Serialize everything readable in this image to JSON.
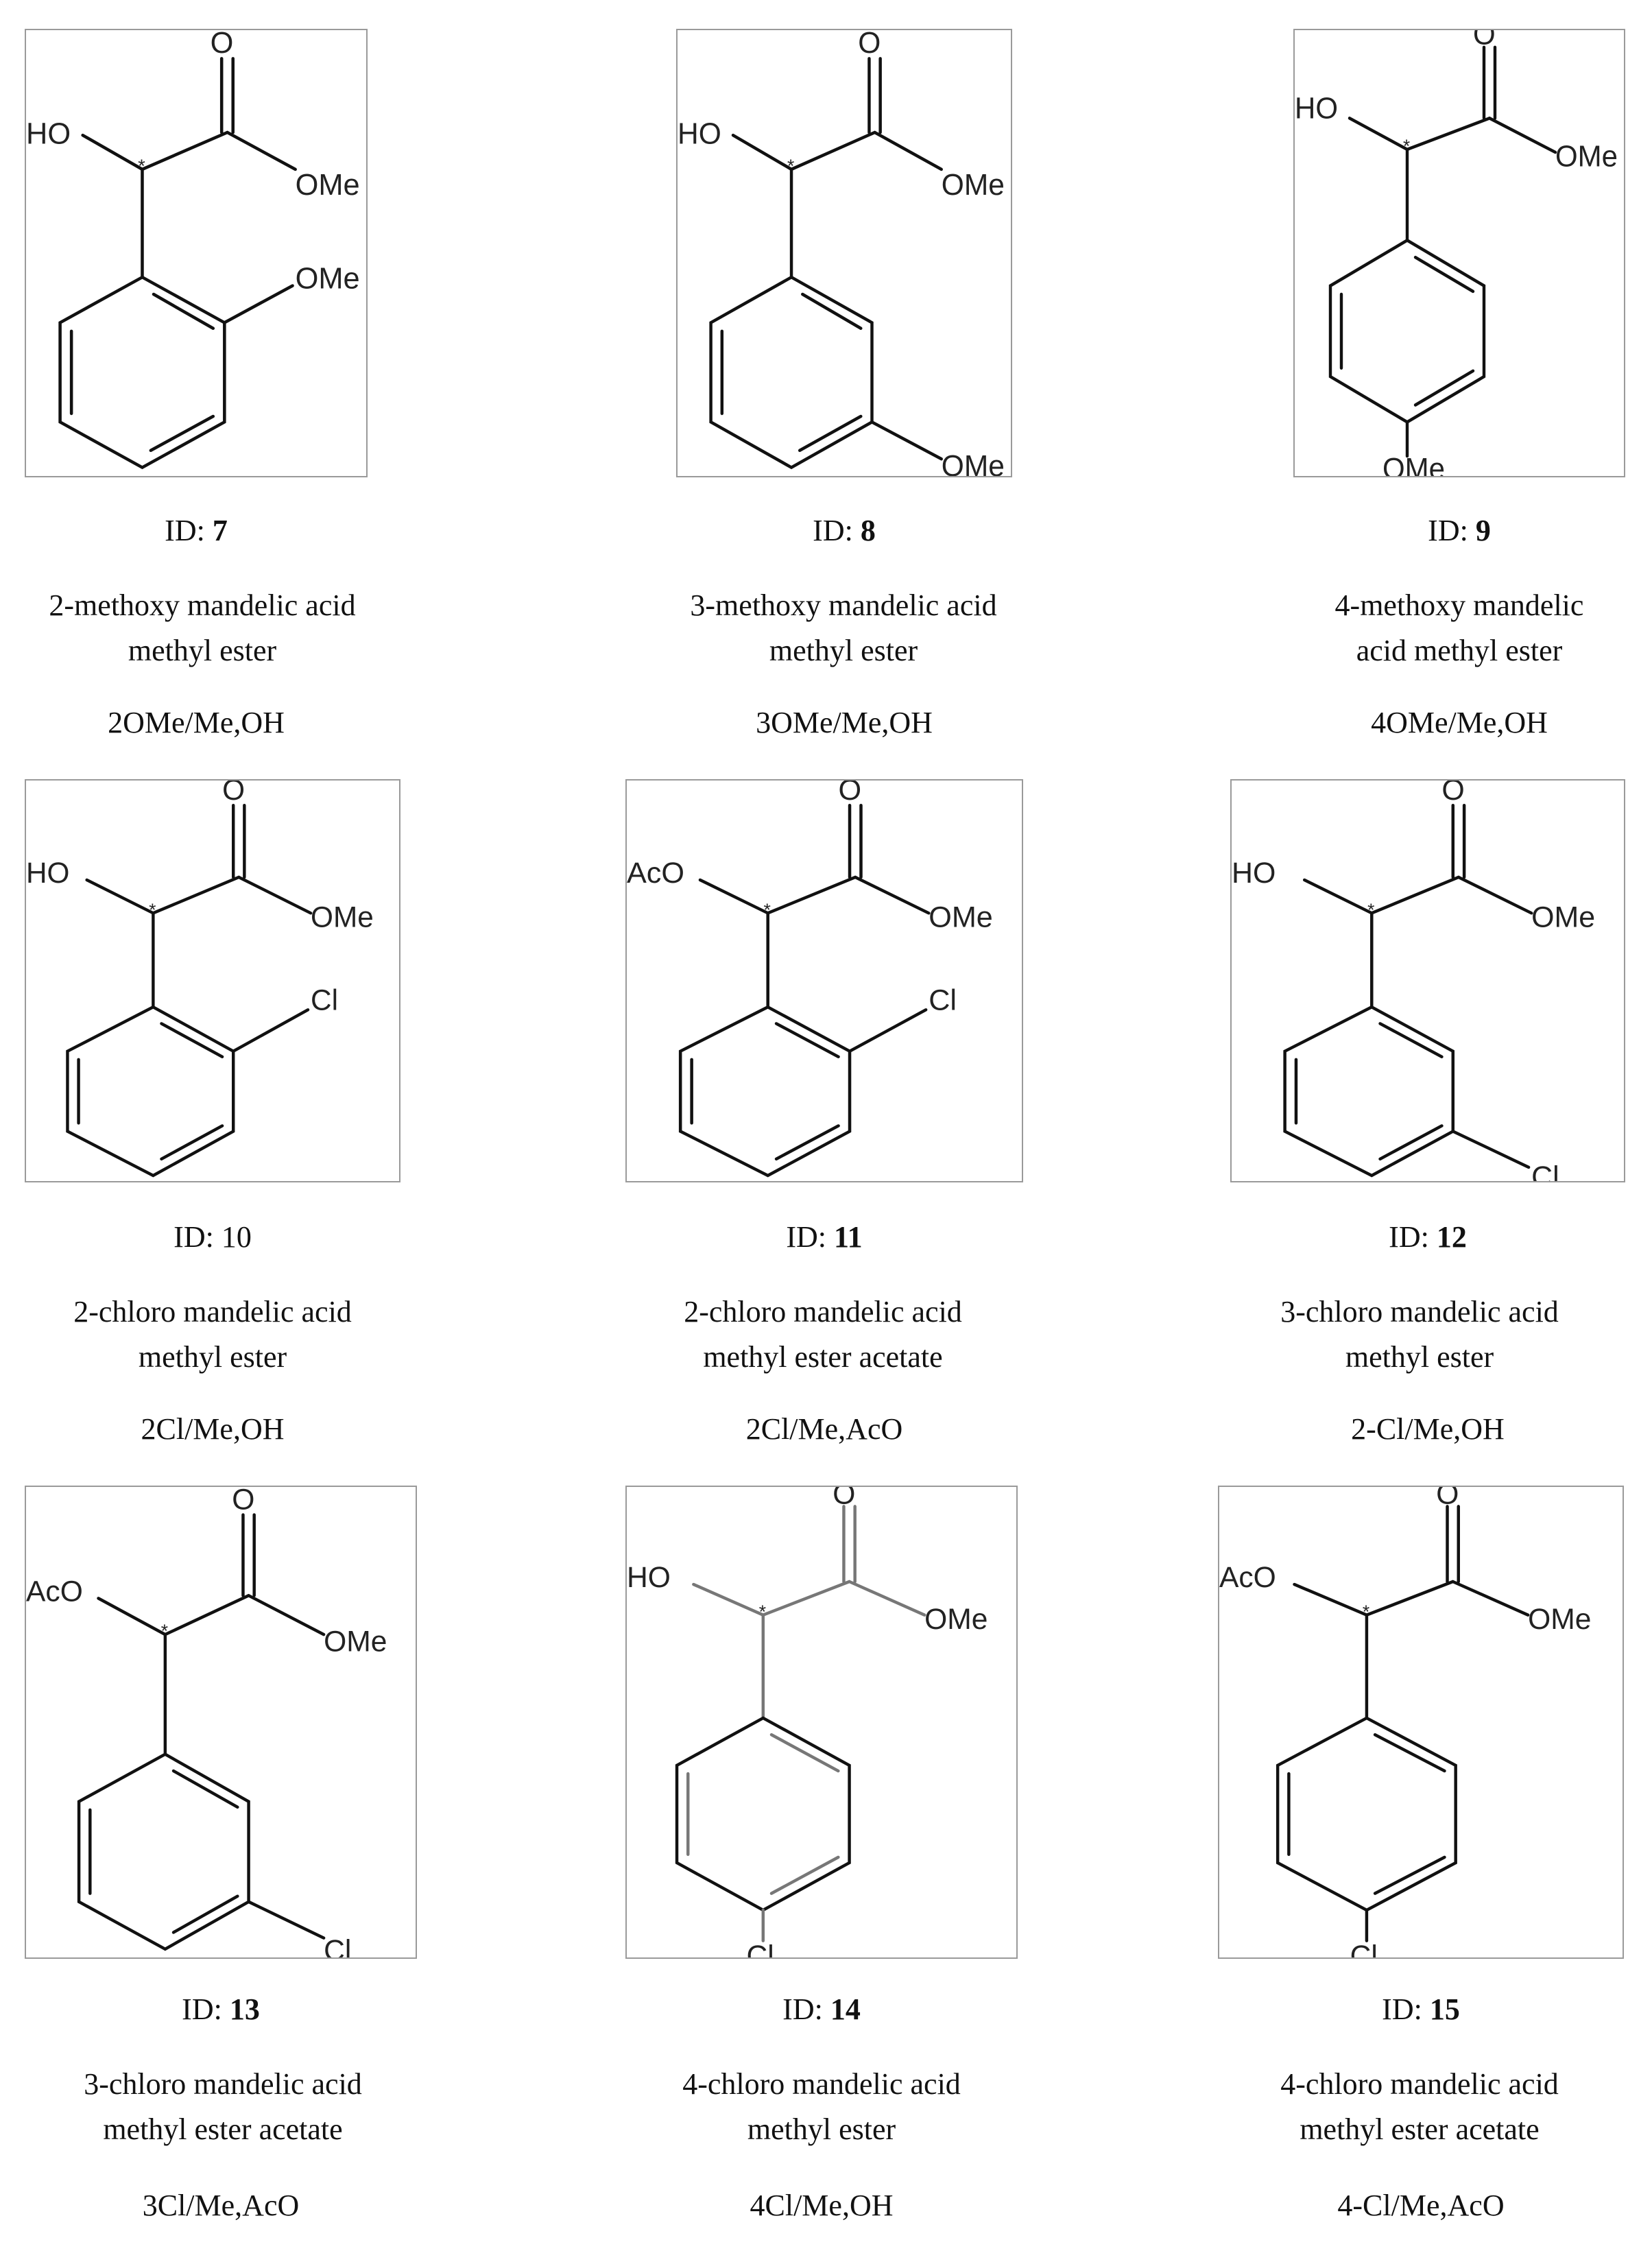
{
  "compounds": [
    {
      "id_prefix": "ID: ",
      "id": "7",
      "name_line1": "2-methoxy mandelic acid",
      "name_line2": "methyl ester",
      "code": "2OMe/Me,OH"
    },
    {
      "id_prefix": "ID: ",
      "id": "8",
      "name_line1": "3-methoxy mandelic acid",
      "name_line2": "methyl ester",
      "code": "3OMe/Me,OH"
    },
    {
      "id_prefix": "ID: ",
      "id": "9",
      "name_line1": "4-methoxy mandelic",
      "name_line2": "acid methyl ester",
      "code": "4OMe/Me,OH"
    },
    {
      "id_prefix": "ID: ",
      "id": "10",
      "name_line1": "2-chloro mandelic acid",
      "name_line2": "methyl ester",
      "code": "2Cl/Me,OH"
    },
    {
      "id_prefix": "ID: ",
      "id": "11",
      "name_line1": "2-chloro mandelic acid",
      "name_line2": "methyl ester acetate",
      "code": "2Cl/Me,AcO"
    },
    {
      "id_prefix": "ID: ",
      "id": "12",
      "name_line1": "3-chloro mandelic acid",
      "name_line2": "methyl ester",
      "code": "2-Cl/Me,OH"
    },
    {
      "id_prefix": "ID: ",
      "id": "13",
      "name_line1": "3-chloro mandelic acid",
      "name_line2": "methyl ester acetate",
      "code": "3Cl/Me,AcO"
    },
    {
      "id_prefix": "ID: ",
      "id": "14",
      "name_line1": "4-chloro mandelic acid",
      "name_line2": "methyl ester",
      "code": "4Cl/Me,OH"
    },
    {
      "id_prefix": "ID: ",
      "id": "15",
      "name_line1": "4-chloro mandelic acid",
      "name_line2": "methyl ester acetate",
      "code": "4-Cl/Me,AcO"
    }
  ],
  "atoms": {
    "carbonyl_o": "O",
    "ester": "OMe",
    "hydroxyl": "HO",
    "acetoxy": "AcO",
    "methoxy": "OMe",
    "chloro": "Cl",
    "stereo_mark": "*"
  }
}
